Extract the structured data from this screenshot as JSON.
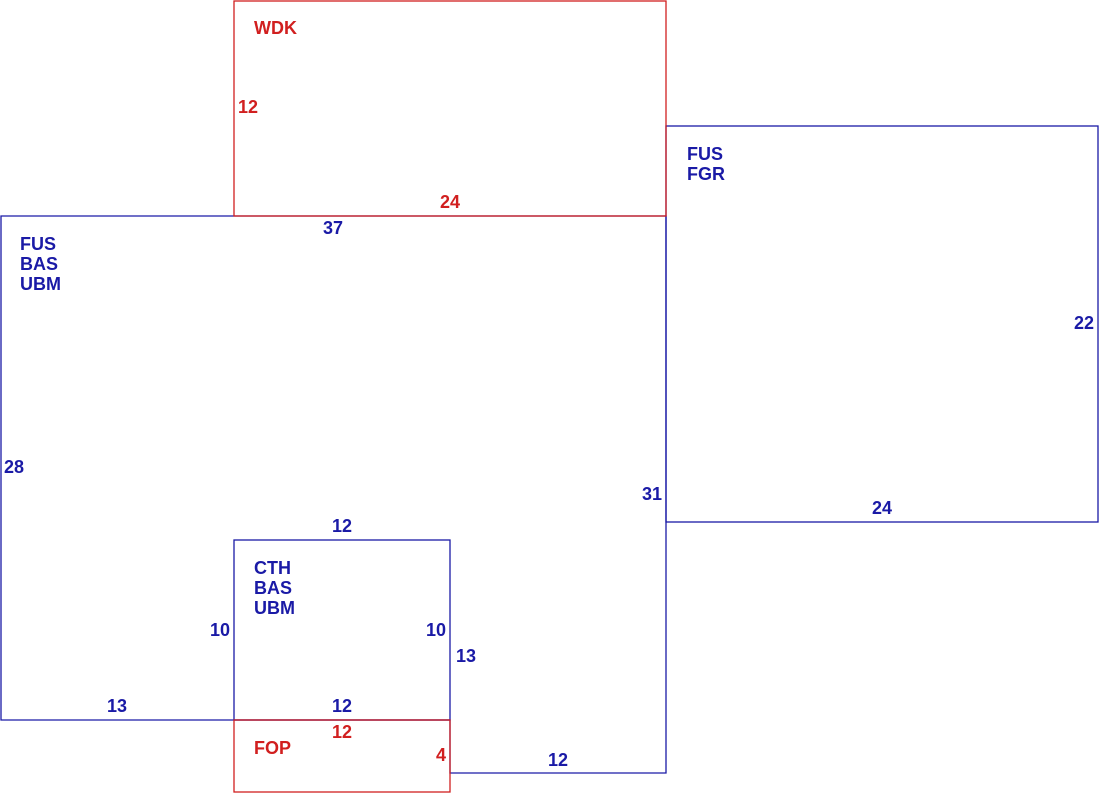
{
  "colors": {
    "blue": "#1a1aa6",
    "red": "#d11f1f",
    "background": "#ffffff"
  },
  "areas": {
    "wdk": {
      "labels": [
        "WDK"
      ],
      "dims": {
        "left": "12",
        "bottom": "24"
      }
    },
    "fgr": {
      "labels": [
        "FUS",
        "FGR"
      ],
      "dims": {
        "right": "22",
        "bottom": "24"
      }
    },
    "main": {
      "labels": [
        "FUS",
        "BAS",
        "UBM"
      ],
      "dims": {
        "top": "37",
        "left": "28",
        "right": "31",
        "bottom_left": "13",
        "notch_side": "13",
        "bottom_right": "12"
      }
    },
    "cth": {
      "labels": [
        "CTH",
        "BAS",
        "UBM"
      ],
      "dims": {
        "top": "12",
        "left": "10",
        "right": "10",
        "bottom": "12"
      }
    },
    "fop": {
      "labels": [
        "FOP"
      ],
      "dims": {
        "top": "12",
        "right": "4"
      }
    }
  }
}
